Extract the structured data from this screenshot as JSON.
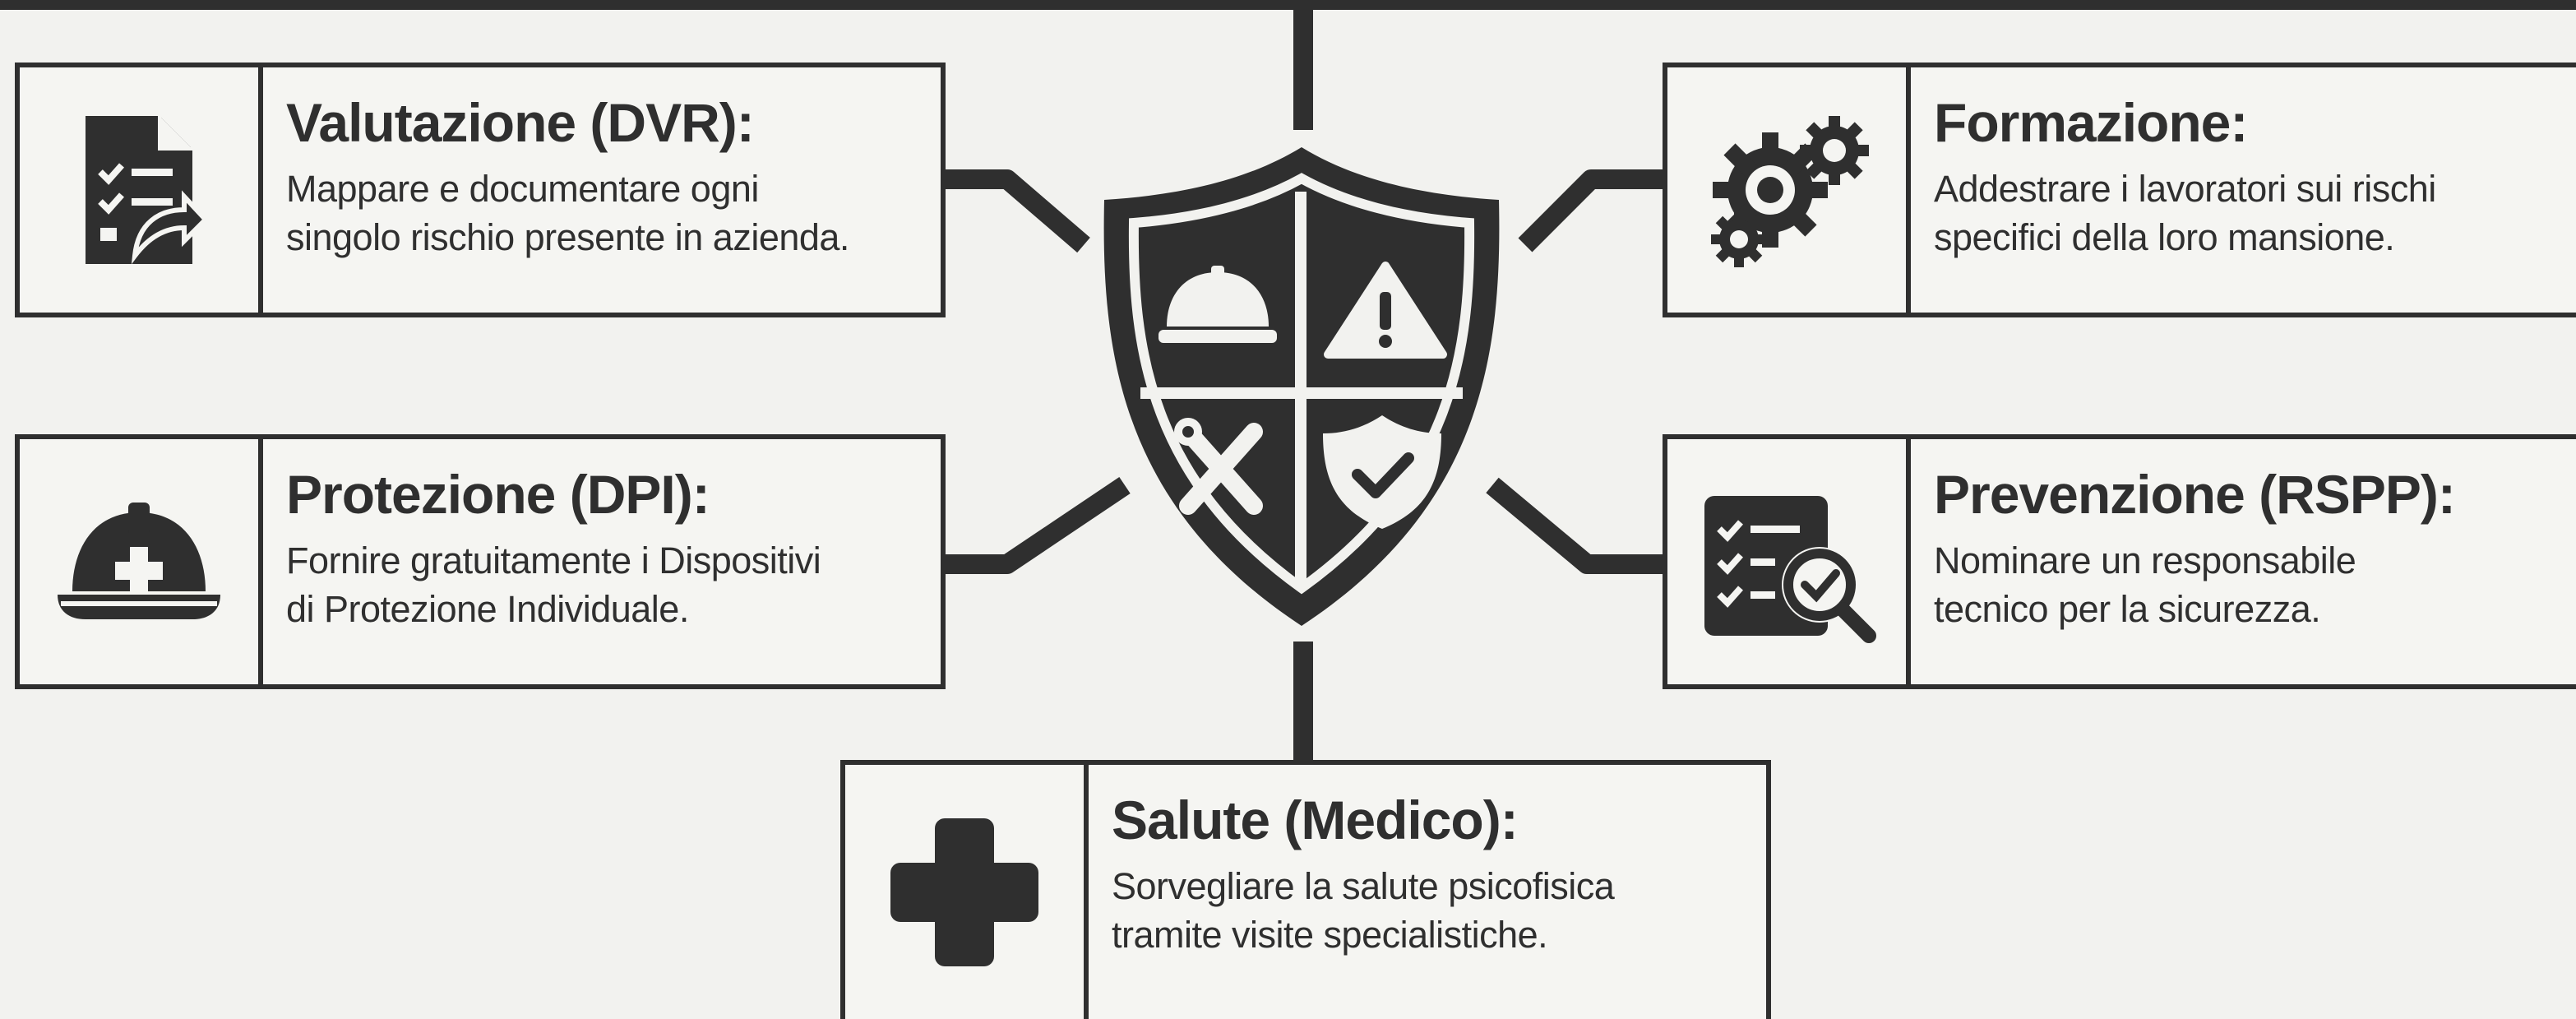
{
  "diagram": {
    "center": {
      "icon": "shield-quadrant-icon",
      "quadrants": [
        "hard-hat-icon",
        "warning-triangle-icon",
        "tools-icon",
        "shield-check-icon"
      ]
    },
    "cards": {
      "valutazione": {
        "icon": "document-checklist-icon",
        "title": "Valutazione (DVR):",
        "description": "Mappare e documentare ogni\nsingolo rischio presente in azienda."
      },
      "protezione": {
        "icon": "hard-hat-plus-icon",
        "title": "Protezione (DPI):",
        "description": "Fornire gratuitamente i Dispositivi\ndi Protezione Individuale."
      },
      "formazione": {
        "icon": "gears-icon",
        "title": "Formazione:",
        "description": "Addestrare i lavoratori sui rischi\nspecifici della loro mansione."
      },
      "prevenzione": {
        "icon": "checklist-magnifier-icon",
        "title": "Prevenzione (RSPP):",
        "description": "Nominare un responsabile\ntecnico per la sicurezza."
      },
      "salute": {
        "icon": "medical-cross-icon",
        "title": "Salute (Medico):",
        "description": "Sorvegliare la salute psicofisica\ntramite visite specialistiche."
      }
    },
    "colors": {
      "ink": "#2f2f2f",
      "background": "#f2f2ef"
    }
  }
}
